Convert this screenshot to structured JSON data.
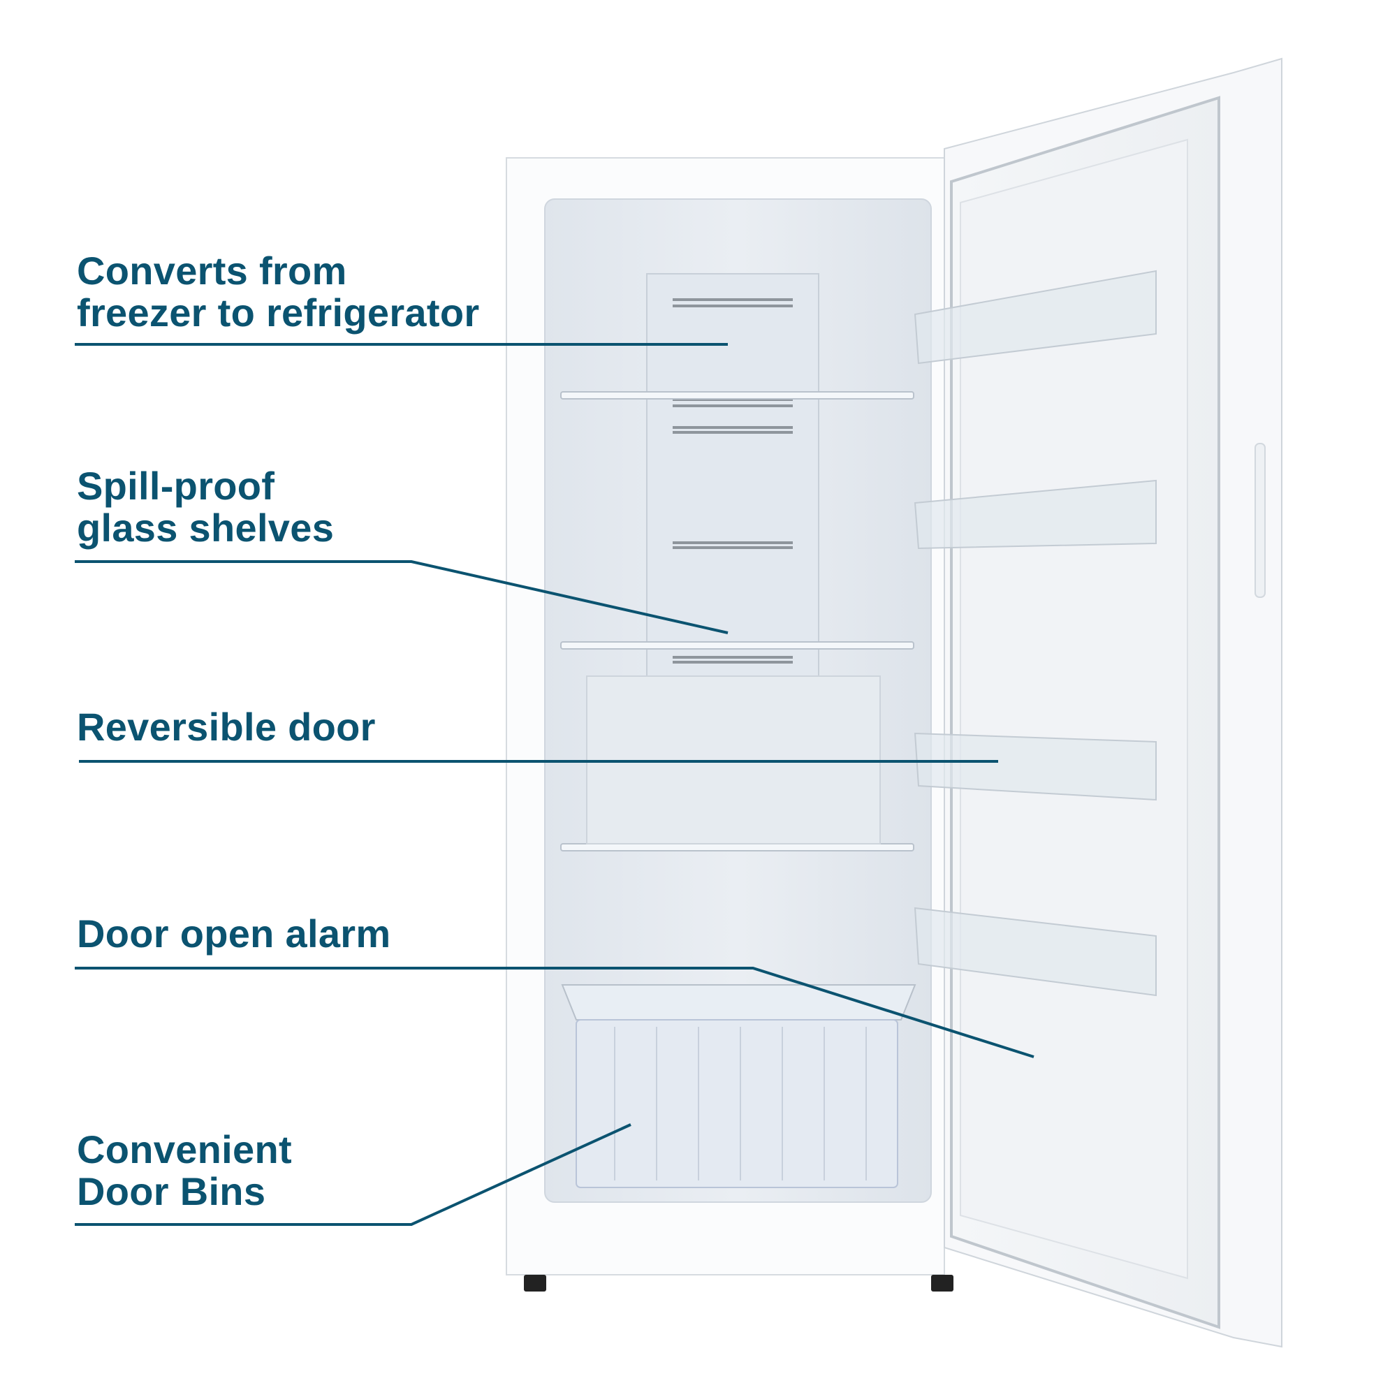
{
  "colors": {
    "accent": "#0b5370",
    "background": "#ffffff"
  },
  "features": [
    {
      "line1": "Converts from",
      "line2": "freezer to refrigerator"
    },
    {
      "line1": "Spill-proof",
      "line2": "glass shelves"
    },
    {
      "line1": "Reversible door",
      "line2": ""
    },
    {
      "line1": "Door open alarm",
      "line2": ""
    },
    {
      "line1": "Convenient",
      "line2": "Door Bins"
    }
  ]
}
